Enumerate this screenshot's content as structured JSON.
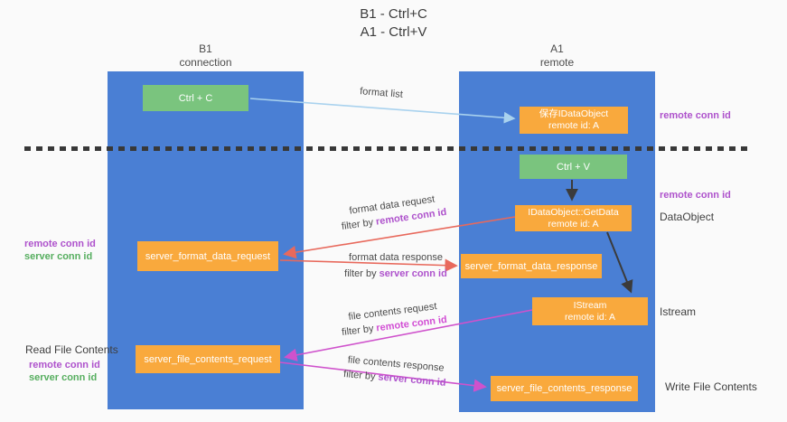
{
  "title": {
    "line1": "B1 - Ctrl+C",
    "line2": "A1 - Ctrl+V"
  },
  "lanes": {
    "left": {
      "name": "B1",
      "role": "connection"
    },
    "right": {
      "name": "A1",
      "role": "remote"
    }
  },
  "nodes": {
    "ctrl_c": {
      "label": "Ctrl + C"
    },
    "ctrl_v": {
      "label": "Ctrl + V"
    },
    "save_dataobject": {
      "line1": "保存IDataObject",
      "line2": "remote id: A"
    },
    "idataobject_getdata": {
      "line1": "IDataObject::GetData",
      "line2": "remote id: A"
    },
    "istream": {
      "line1": "IStream",
      "line2": "remote id: A"
    },
    "server_format_data_request": {
      "label": "server_format_data_request"
    },
    "server_format_data_response": {
      "label": "server_format_data_response"
    },
    "server_file_contents_request": {
      "label": "server_file_contents_request"
    },
    "server_file_contents_response": {
      "label": "server_file_contents_response"
    }
  },
  "edges": {
    "format_list": {
      "label": "format list",
      "from": "ctrl_c",
      "to": "save_dataobject"
    },
    "ctrl_v_to_getdata": {
      "from": "ctrl_v",
      "to": "idataobject_getdata"
    },
    "getdata_to_istream": {
      "from": "idataobject_getdata",
      "to": "istream"
    },
    "format_data_request": {
      "label": "format data request",
      "filter_by": "filter by",
      "filter_key": "remote conn id",
      "from": "idataobject_getdata",
      "to": "server_format_data_request"
    },
    "format_data_response": {
      "label": "format data response",
      "filter_by": "filter by",
      "filter_key": "server conn id",
      "from": "server_format_data_request",
      "to": "server_format_data_response"
    },
    "file_contents_request": {
      "label": "file contents request",
      "filter_by": "filter by",
      "filter_key": "remote conn id",
      "from": "istream",
      "to": "server_file_contents_request"
    },
    "file_contents_response": {
      "label": "file contents response",
      "filter_by": "filter by",
      "filter_key": "server conn id",
      "from": "server_file_contents_request",
      "to": "server_file_contents_response"
    }
  },
  "annotations": {
    "remote_conn_id": "remote conn id",
    "server_conn_id": "server conn id",
    "dataobject": "DataObject",
    "istream": "Istream",
    "read_file_contents": "Read File Contents",
    "write_file_contents": "Write File Contents"
  },
  "colors": {
    "lane_blue": "#4a7fd4",
    "node_orange": "#f9a93d",
    "node_green": "#7ac47e",
    "arrow_lightblue": "#a9d2ee",
    "arrow_black": "#3b3b3b",
    "arrow_red": "#e8695c",
    "arrow_magenta": "#cf52cc",
    "label_purple": "#ae52cc",
    "label_magenta": "#d24ed4",
    "label_green": "#56ae5f"
  }
}
